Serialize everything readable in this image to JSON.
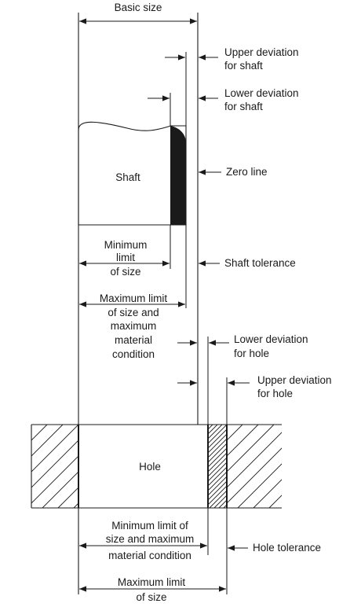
{
  "labels": {
    "basic_size": "Basic size",
    "upper_dev_shaft_1": "Upper deviation",
    "upper_dev_shaft_2": "for shaft",
    "lower_dev_shaft_1": "Lower deviation",
    "lower_dev_shaft_2": "for shaft",
    "shaft": "Shaft",
    "zero_line": "Zero line",
    "min_limit_1": "Minimum",
    "min_limit_2": "limit",
    "min_limit_3": "of size",
    "shaft_tolerance": "Shaft tolerance",
    "max_limit_1": "Maximum limit",
    "max_limit_2": "of size and",
    "max_limit_3": "maximum",
    "max_limit_4": "material",
    "max_limit_5": "condition",
    "lower_dev_hole_1": "Lower deviation",
    "lower_dev_hole_2": "for hole",
    "upper_dev_hole_1": "Upper deviation",
    "upper_dev_hole_2": "for hole",
    "hole": "Hole",
    "hole_min_1": "Minimum limit of",
    "hole_min_2": "size and maximum",
    "hole_min_3": "material condition",
    "hole_tolerance": "Hole tolerance",
    "hole_max_1": "Maximum limit",
    "hole_max_2": "of size"
  },
  "colors": {
    "ink": "#1a1a1a",
    "background": "#ffffff"
  }
}
